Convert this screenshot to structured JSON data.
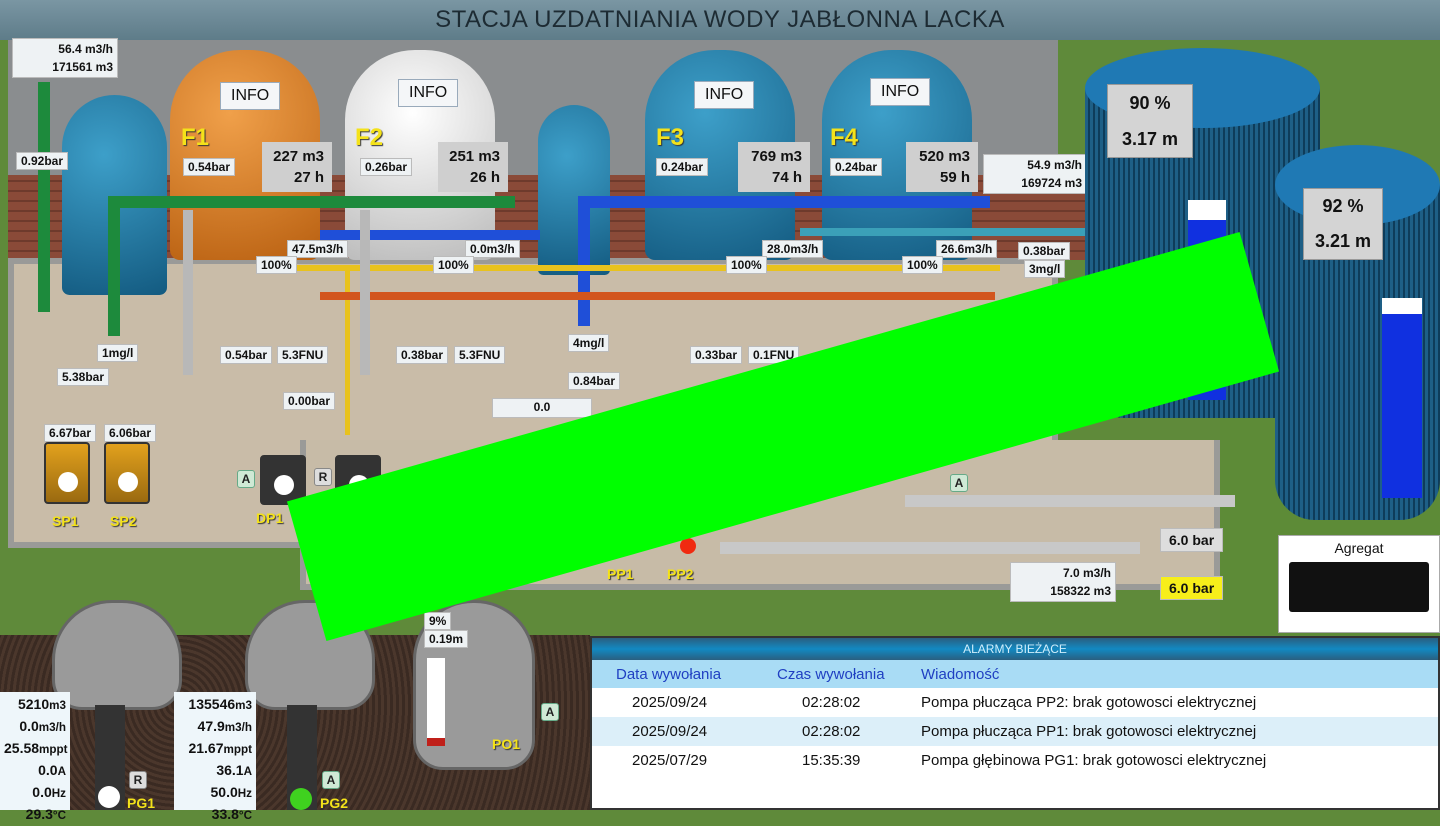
{
  "title": "STACJA UZDATNIANIA WODY JABŁONNA LACKA",
  "inlet": {
    "flow": "56.4  m3/h",
    "total": "171561 m3",
    "pressure": "0.92bar",
    "chlorine": "1mg/l",
    "line_pressure": "5.38bar"
  },
  "filters": [
    {
      "name": "F1",
      "info": "INFO",
      "pressure": "0.54bar",
      "volume": "227 m3",
      "hours": "27 h",
      "flow": "47.5m3/h",
      "valve": "100%",
      "out_pressure": "0.54bar",
      "turbidity": "5.3FNU"
    },
    {
      "name": "F2",
      "info": "INFO",
      "pressure": "0.26bar",
      "volume": "251 m3",
      "hours": "26 h",
      "flow": "0.0m3/h",
      "valve": "100%",
      "out_pressure": "0.38bar",
      "turbidity": "5.3FNU"
    },
    {
      "name": "F3",
      "info": "INFO",
      "pressure": "0.24bar",
      "volume": "769 m3",
      "hours": "74 h",
      "flow": "28.0m3/h",
      "valve": "100%",
      "out_pressure": "0.33bar",
      "turbidity": "0.1FNU"
    },
    {
      "name": "F4",
      "info": "INFO",
      "pressure": "0.24bar",
      "volume": "520 m3",
      "hours": "59 h",
      "flow": "26.6m3/h",
      "valve": "100%"
    }
  ],
  "blower": {
    "chlorine": "4mg/l",
    "pressure": "0.84bar",
    "hidden_value": "0.0"
  },
  "outlet": {
    "flow": "54.9  m3/h",
    "total": "169724 m3",
    "pressure": "0.38bar",
    "chlorine": "3mg/l"
  },
  "sp_pumps": [
    {
      "name": "SP1",
      "pressure": "6.67bar"
    },
    {
      "name": "SP2",
      "pressure": "6.06bar"
    }
  ],
  "dp": {
    "name": "DP1",
    "pressure": "0.00bar",
    "modes": [
      "A",
      "R"
    ]
  },
  "pp": {
    "names": [
      "PP1",
      "PP2"
    ],
    "mode": "A"
  },
  "reservoirs": [
    {
      "level_pct": "90 %",
      "level_m": "3.17 m",
      "fill": 0.9
    },
    {
      "level_pct": "92 %",
      "level_m": "3.21 m",
      "fill": 0.92
    }
  ],
  "network": {
    "pressure1": "6.0 bar",
    "pressure2": "6.0 bar",
    "flow": "7.0  m3/h",
    "total": "158322 m3"
  },
  "generator": {
    "label": "Agregat"
  },
  "wells": [
    {
      "name": "PG1",
      "mode": "R",
      "rows": [
        [
          "5210",
          "m3"
        ],
        [
          "0.0",
          "m3/h"
        ],
        [
          "25.58",
          "mppt"
        ],
        [
          "0.0",
          "A"
        ],
        [
          "0.0",
          "Hz"
        ],
        [
          "29.3",
          "°C"
        ]
      ]
    },
    {
      "name": "PG2",
      "mode": "A",
      "rows": [
        [
          "135546",
          "m3"
        ],
        [
          "47.9",
          "m3/h"
        ],
        [
          "21.67",
          "mppt"
        ],
        [
          "36.1",
          "A"
        ],
        [
          "50.0",
          "Hz"
        ],
        [
          "33.8",
          "°C"
        ]
      ]
    }
  ],
  "po1": {
    "name": "PO1",
    "mode": "A",
    "level_pct": "9%",
    "level_m": "0.19m",
    "fill": 0.09
  },
  "alarms": {
    "title": "ALARMY BIEŻĄCE",
    "columns": [
      "Data wywołania",
      "Czas wywołania",
      "Wiadomość"
    ],
    "rows": [
      [
        "2025/09/24",
        "02:28:02",
        "Pompa płucząca PP2: brak gotowosci elektrycznej"
      ],
      [
        "2025/09/24",
        "02:28:02",
        "Pompa płucząca PP1: brak gotowosci elektrycznej"
      ],
      [
        "2025/07/29",
        "15:35:39",
        "Pompa głębinowa PG1: brak gotowosci elektrycznej"
      ]
    ]
  },
  "colors": {
    "title_bg": "#6a8895",
    "filter_f1": "#d9791a",
    "filter_f2": "#dcdcdc",
    "filter_blue": "#1d6d95",
    "label_yellow": "#f4e21a",
    "alarm_header": "#1289c2",
    "overlay_green": "#00ff00"
  }
}
